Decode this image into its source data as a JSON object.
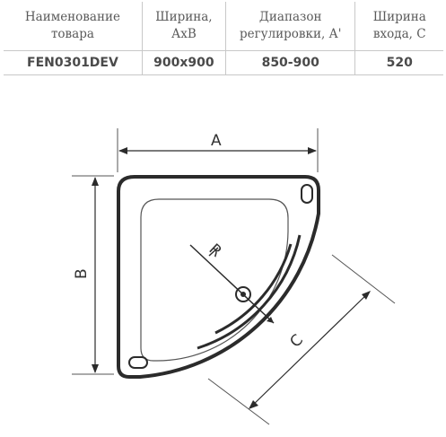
{
  "table": {
    "headers": [
      "Наименование\nтовара",
      "Ширина,\nАхВ",
      "Диапазон\nрегулировки, А'",
      "Ширина\nвхода, С"
    ],
    "row": [
      "FEN0301DEV",
      "900x900",
      "850-900",
      "520"
    ]
  },
  "diagram": {
    "label_a": "A",
    "label_b": "B",
    "label_c": "C",
    "label_r": "R"
  }
}
